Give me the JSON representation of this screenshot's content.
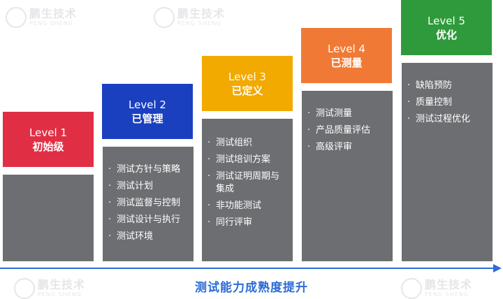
{
  "watermark": {
    "cn": "鹏生技术",
    "en": "PENG SHENG"
  },
  "levels": [
    {
      "level": "Level 1",
      "name": "初始级",
      "color": "#e02f44",
      "items": []
    },
    {
      "level": "Level 2",
      "name": "已管理",
      "color": "#1a3fbf",
      "items": [
        "测试方针与策略",
        "测试计划",
        "测试监督与控制",
        "测试设计与执行",
        "测试环境"
      ]
    },
    {
      "level": "Level 3",
      "name": "已定义",
      "color": "#f2a900",
      "items": [
        "测试组织",
        "测试培训方案",
        "测试证明周期与集成",
        "非功能测试",
        "同行评审"
      ]
    },
    {
      "level": "Level 4",
      "name": "已测量",
      "color": "#f07a35",
      "items": [
        "测试测量",
        "产品质量评估",
        "高级评审"
      ]
    },
    {
      "level": "Level 5",
      "name": "优化",
      "color": "#2e9a3c",
      "items": [
        "缺陷预防",
        "质量控制",
        "测试过程优化"
      ]
    }
  ],
  "axis": {
    "label": "测试能力成熟度提升",
    "color": "#2b6cd6"
  },
  "body_color": "#6d6e71"
}
